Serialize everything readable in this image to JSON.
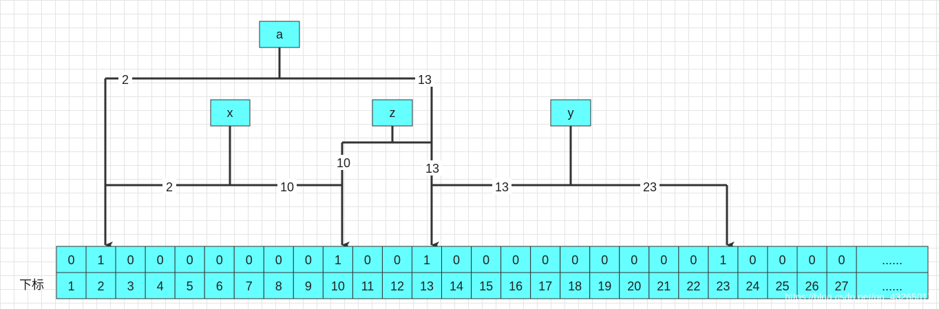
{
  "nodes": {
    "a": "a",
    "x": "x",
    "z": "z",
    "y": "y"
  },
  "edge_labels": {
    "a_left": "2",
    "a_right": "13",
    "x_left": "2",
    "x_right": "10",
    "z_left": "10",
    "z_right": "13",
    "y_left": "13",
    "y_right": "23"
  },
  "array": {
    "values": [
      "0",
      "1",
      "0",
      "0",
      "0",
      "0",
      "0",
      "0",
      "0",
      "1",
      "0",
      "0",
      "1",
      "0",
      "0",
      "0",
      "0",
      "0",
      "0",
      "0",
      "0",
      "0",
      "1",
      "0",
      "0",
      "0",
      "0"
    ],
    "indices": [
      "1",
      "2",
      "3",
      "4",
      "5",
      "6",
      "7",
      "8",
      "9",
      "10",
      "11",
      "12",
      "13",
      "14",
      "15",
      "16",
      "17",
      "18",
      "19",
      "20",
      "21",
      "22",
      "23",
      "24",
      "25",
      "26",
      "27"
    ],
    "ellipsis": "......",
    "index_label": "下标"
  },
  "colors": {
    "node_fill": "#66ffff",
    "cell_fill": "#66ffff",
    "stroke": "#333333"
  },
  "watermark": "https://blog.csdn.net/qq_43265017"
}
